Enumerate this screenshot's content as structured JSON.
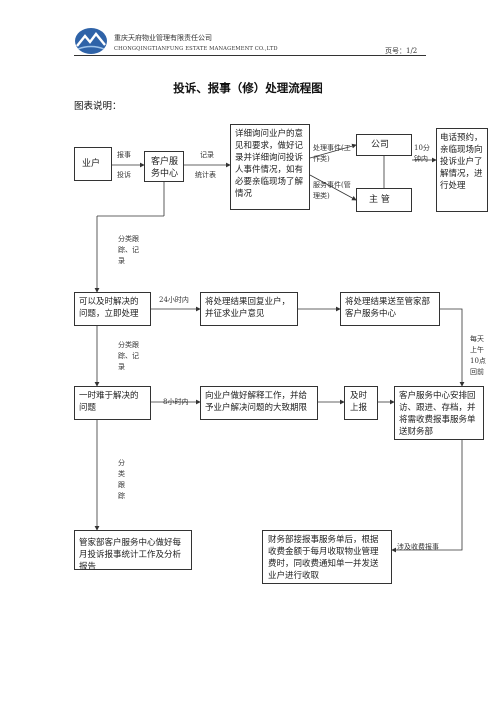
{
  "header": {
    "company_cn": "重庆天府物业管理有限责任公司",
    "company_en": "CHONGQINGTIANFUNG ESTATE MANAGEMENT CO.,LTD",
    "page_label": "页号：1/2"
  },
  "title": "投诉、报事（修）处理流程图",
  "subtitle": "图表说明：",
  "nodes": {
    "owner": "业户",
    "service_center": "客户服务中心",
    "detail": "详细询问业户的意见和要求，做好记录并详细询问投诉人事件情况，如有必要亲临现场了解情况",
    "company": "公司",
    "supervisor": "主 管",
    "phone_reply": "电话预约，亲临现场向投诉业户了解情况，进行处理",
    "quick_fix": "可以及时解决的问题，立即处理",
    "reply_owner": "将处理结果回复业户，并征求业户意见",
    "send_result": "将处理结果送至管家部客户服务中心",
    "hard_issue": "一时难于解决的问题",
    "explain_owner": "向业户做好解释工作，并给予业户解决问题的大致期限",
    "report": "及时上报",
    "arrange": "客户服务中心安排回访、跟进、存档，并将需收费报事服务单送财务部",
    "monthly_report": "管家部客户服务中心做好每月投诉报事统计工作及分析报告",
    "finance": "财务部接报事服务单后，根据收费金额于每月收取物业管理费时，同收费通知单一并发送业户进行收取"
  },
  "edge_labels": {
    "report_repair": "报事",
    "complaint": "投诉",
    "record": "记录",
    "stat_table": "统计表",
    "handle_event": "处理事件(工作类)",
    "service_event": "服务事件(管理类)",
    "ten_min": "10分钟内",
    "classify_track_record_1": "分类跟踪、记录",
    "hrs_24": "24小时内",
    "classify_track_record_2": "分类跟踪、记录",
    "daily_10am": "每天上午10点回前",
    "hrs_8": "8小时内",
    "classify_track": "分类跟踪",
    "charge_items": "涉及收费报事"
  }
}
